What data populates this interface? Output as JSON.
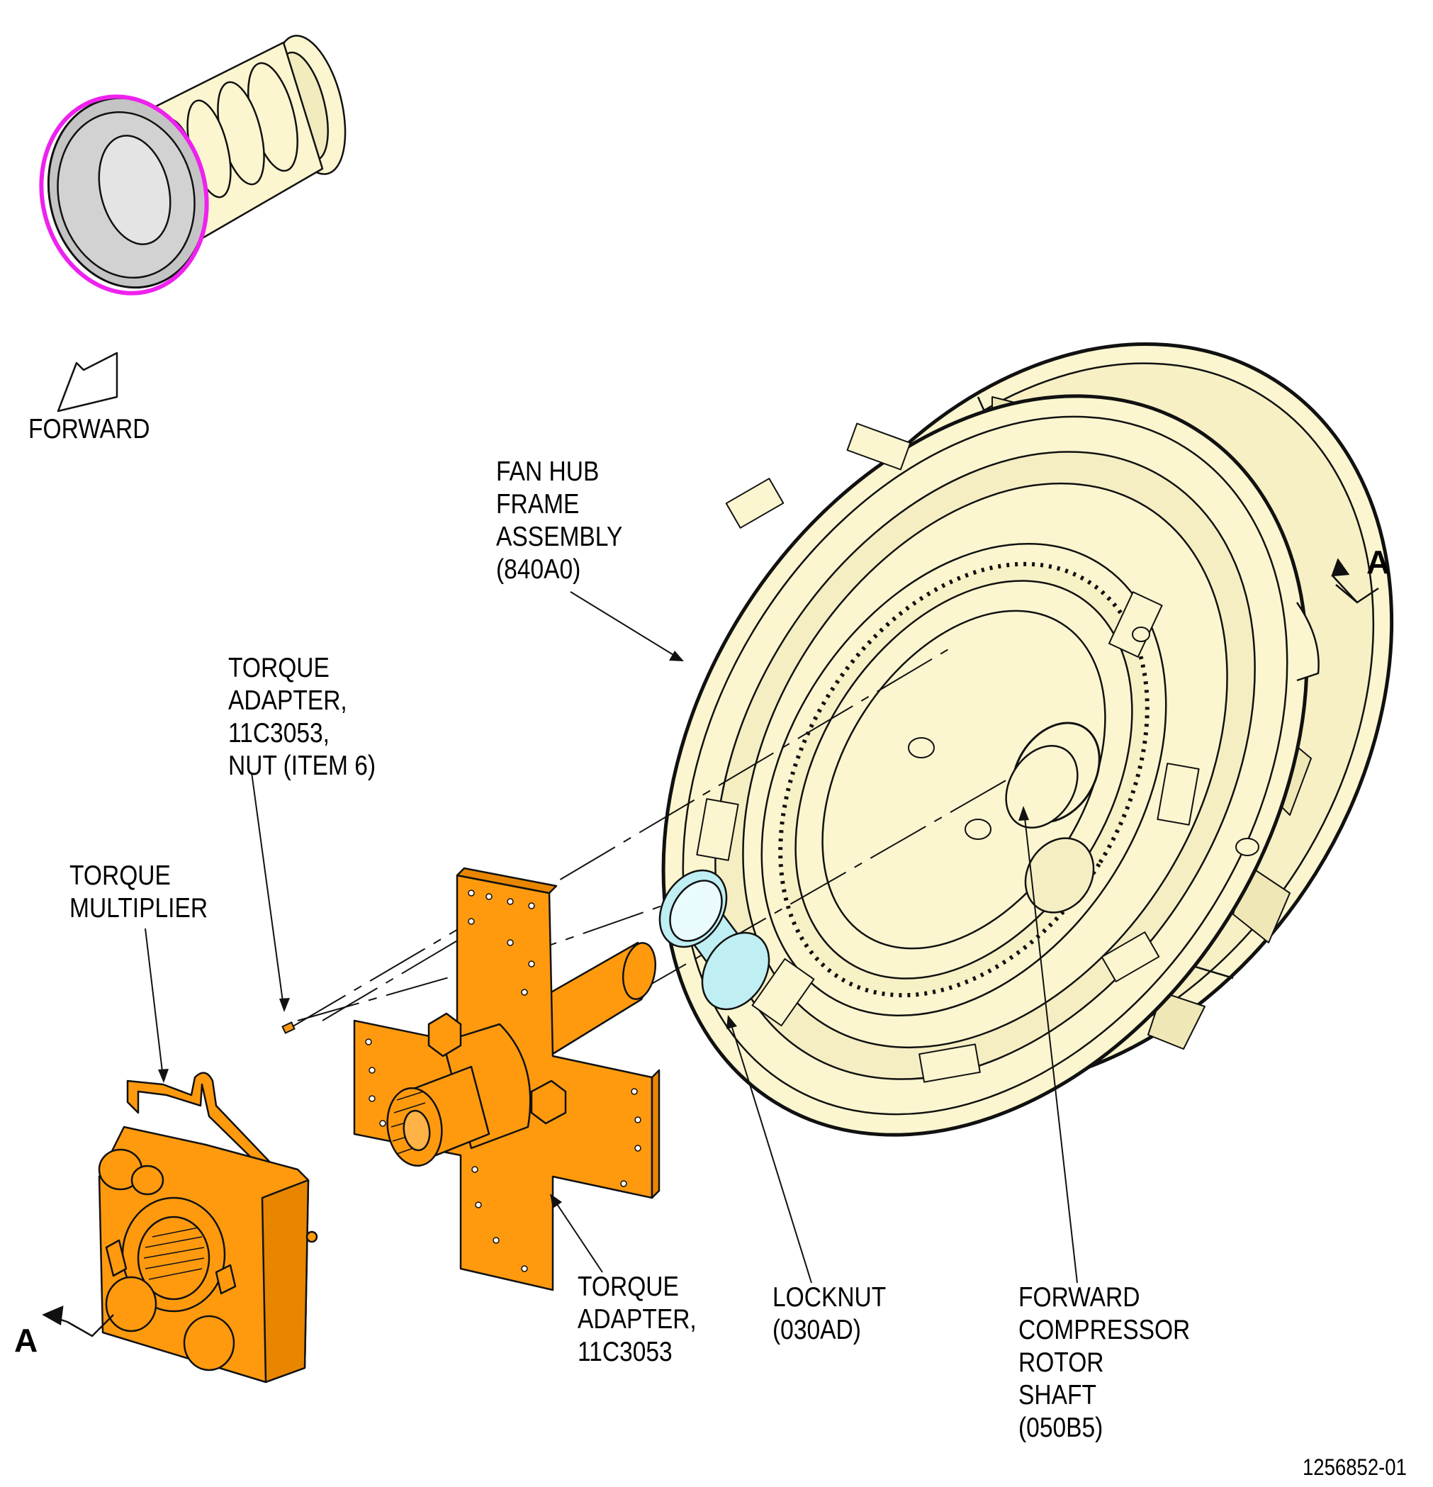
{
  "labels": {
    "forward": "FORWARD",
    "fan_hub": [
      "FAN HUB",
      "FRAME",
      "ASSEMBLY",
      "(840A0)"
    ],
    "torque_adapter_nut": [
      "TORQUE",
      "ADAPTER,",
      "11C3053,",
      "NUT (ITEM 6)"
    ],
    "torque_multiplier": [
      "TORQUE",
      "MULTIPLIER"
    ],
    "torque_adapter": [
      "TORQUE",
      "ADAPTER,",
      "11C3053"
    ],
    "locknut": [
      "LOCKNUT",
      "(030AD)"
    ],
    "forward_compressor": [
      "FORWARD",
      "COMPRESSOR",
      "ROTOR",
      "SHAFT",
      "(050B5)"
    ],
    "section_a_right": "A",
    "section_a_left": "A",
    "figure_number": "1256852-01"
  },
  "colors": {
    "part_cream": "#fbf6cf",
    "tool_orange": "#ff9a0f",
    "locknut_blue": "#bfeef3",
    "highlight_magenta": "#ee22ee",
    "gray_part": "#c4c4c4",
    "line": "#111111"
  }
}
